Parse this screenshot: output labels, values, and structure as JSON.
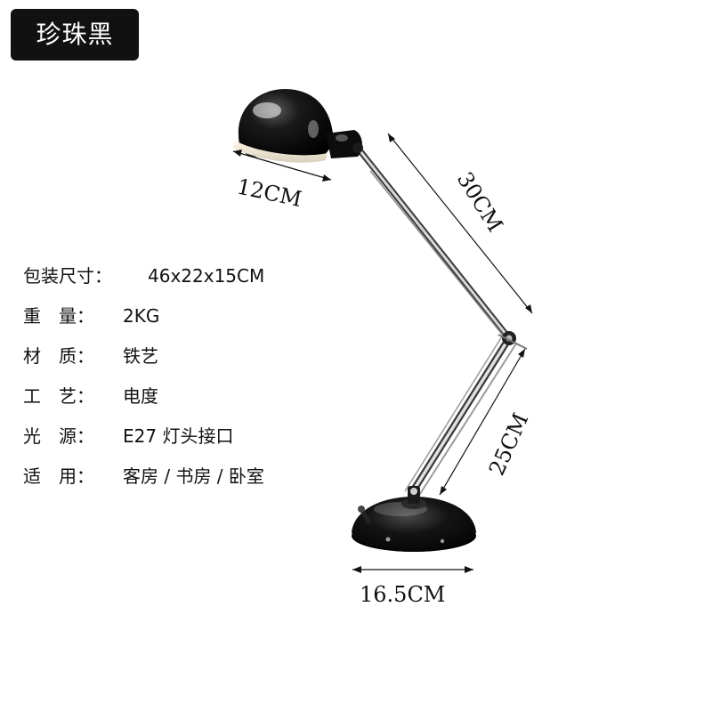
{
  "color_badge": {
    "label": "珍珠黑"
  },
  "specs": [
    {
      "label": "包装尺寸：",
      "value": "46x22x15CM"
    },
    {
      "label": "重　量：",
      "value": "2KG"
    },
    {
      "label": "材　质：",
      "value": "铁艺"
    },
    {
      "label": "工　艺：",
      "value": "电度"
    },
    {
      "label": "光　源：",
      "value": "E27 灯头接口"
    },
    {
      "label": "适　用：",
      "value": "客房 / 书房 / 卧室"
    }
  ],
  "dimensions": {
    "shade_width": "12CM",
    "upper_arm": "30CM",
    "lower_arm": "25CM",
    "base_width": "16.5CM"
  },
  "colors": {
    "badge_bg": "#111111",
    "lamp_black": "#0a0a0a",
    "arm_silver": "#9a9a9a"
  }
}
